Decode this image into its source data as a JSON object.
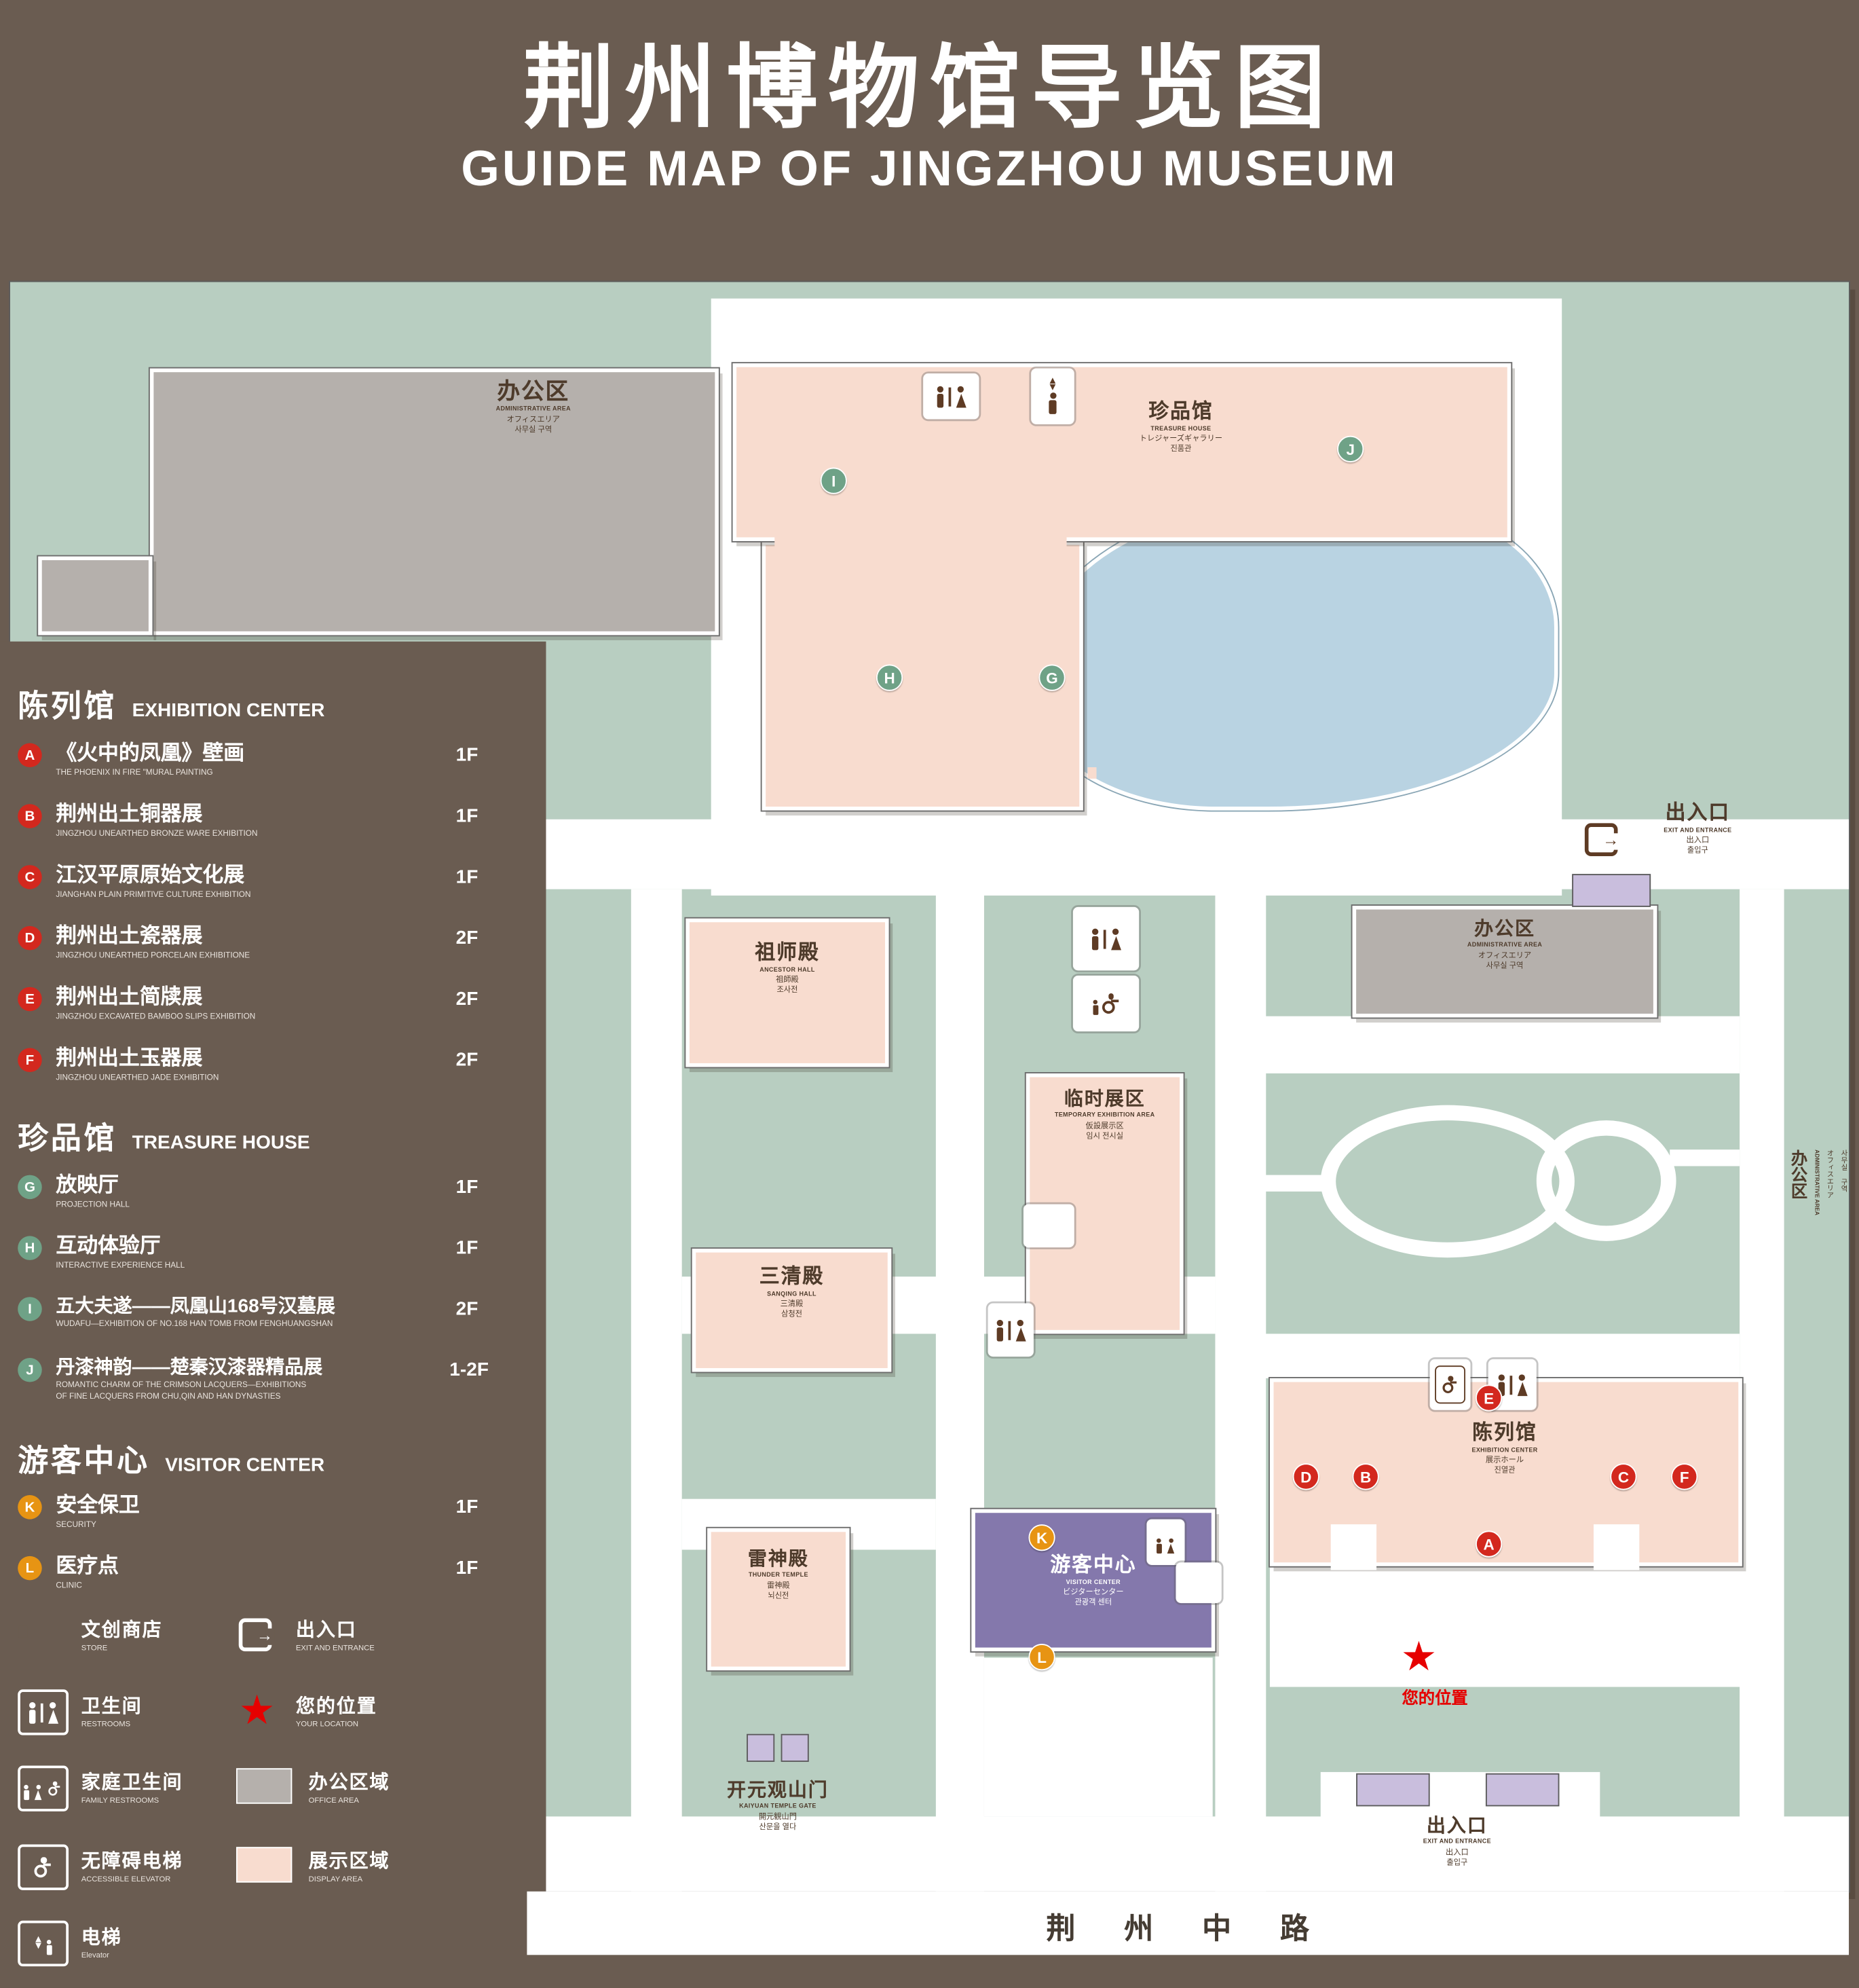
{
  "header": {
    "title": "荆州博物馆导览图",
    "subtitle": "GUIDE MAP OF JINGZHOU MUSEUM"
  },
  "colors": {
    "background_brown": "#6a5c51",
    "map_green": "#b8cec1",
    "display_area_pink": "#f8dccf",
    "office_area_gray": "#b5b0ac",
    "visitor_center_purple": "#8478ac",
    "lake_blue": "#b9d3e2",
    "exhibition_marker_red": "#d3281e",
    "treasure_marker_green": "#6fa287",
    "visitor_marker_orange": "#e79413",
    "your_location_red": "#e60000"
  },
  "legend": {
    "sections": [
      {
        "zh": "陈列馆",
        "en": "EXHIBITION CENTER",
        "items": [
          {
            "letter": "A",
            "zh": "《火中的凤凰》壁画",
            "en": "THE PHOENIX IN FIRE \"MURAL PAINTING",
            "floor": "1F"
          },
          {
            "letter": "B",
            "zh": "荆州出土铜器展",
            "en": "JINGZHOU UNEARTHED BRONZE WARE EXHIBITION",
            "floor": "1F"
          },
          {
            "letter": "C",
            "zh": "江汉平原原始文化展",
            "en": "JIANGHAN PLAIN PRIMITIVE CULTURE EXHIBITION",
            "floor": "1F"
          },
          {
            "letter": "D",
            "zh": "荆州出土瓷器展",
            "en": "JINGZHOU UNEARTHED PORCELAIN EXHIBITIONE",
            "floor": "2F"
          },
          {
            "letter": "E",
            "zh": "荆州出土简牍展",
            "en": "JINGZHOU EXCAVATED BAMBOO SLIPS EXHIBITION",
            "floor": "2F"
          },
          {
            "letter": "F",
            "zh": "荆州出土玉器展",
            "en": "JINGZHOU UNEARTHED JADE EXHIBITION",
            "floor": "2F"
          }
        ]
      },
      {
        "zh": "珍品馆",
        "en": "TREASURE HOUSE",
        "items": [
          {
            "letter": "G",
            "zh": "放映厅",
            "en": "PROJECTION HALL",
            "floor": "1F"
          },
          {
            "letter": "H",
            "zh": "互动体验厅",
            "en": "INTERACTIVE EXPERIENCE HALL",
            "floor": "1F"
          },
          {
            "letter": "I",
            "zh": "五大夫遂——凤凰山168号汉墓展",
            "en": "WUDAFU—EXHIBITION OF NO.168 HAN TOMB FROM FENGHUANGSHAN",
            "floor": "2F"
          },
          {
            "letter": "J",
            "zh": "丹漆神韵——楚秦汉漆器精品展",
            "en": "ROMANTIC CHARM OF THE CRIMSON LACQUERS—EXHIBITIONS\nOF FINE LACQUERS FROM CHU,QIN AND HAN DYNASTIES",
            "floor": "1-2F"
          }
        ]
      },
      {
        "zh": "游客中心",
        "en": "VISITOR CENTER",
        "items": [
          {
            "letter": "K",
            "zh": "安全保卫",
            "en": "SECURITY",
            "floor": "1F"
          },
          {
            "letter": "L",
            "zh": "医疗点",
            "en": "CLINIC",
            "floor": "1F"
          }
        ]
      }
    ],
    "symbols": {
      "store": {
        "zh": "文创商店",
        "en": "STORE"
      },
      "restrooms": {
        "zh": "卫生间",
        "en": "RESTROOMS"
      },
      "family_restrooms": {
        "zh": "家庭卫生间",
        "en": "FAMILY RESTROOMS"
      },
      "accessible_elevator": {
        "zh": "无障碍电梯",
        "en": "ACCESSIBLE ELEVATOR"
      },
      "elevator": {
        "zh": "电梯",
        "en": "Elevator"
      },
      "exit": {
        "zh": "出入口",
        "en": "EXIT AND ENTRANCE"
      },
      "your_location": {
        "zh": "您的位置",
        "en": "YOUR LOCATION"
      },
      "office_area": {
        "zh": "办公区域",
        "en": "OFFICE AREA"
      },
      "display_area": {
        "zh": "展示区域",
        "en": "DISPLAY AREA"
      }
    }
  },
  "map": {
    "buildings": {
      "admin": {
        "zh": "办公区",
        "en": "ADMINISTRATIVE AREA",
        "ja": "オフィスエリア",
        "ko": "사무실 구역"
      },
      "treasure": {
        "zh": "珍品馆",
        "en": "TREASURE HOUSE",
        "ja": "トレジャーズギャラリー",
        "ko": "진품관"
      },
      "ancestor": {
        "zh": "祖师殿",
        "en": "ANCESTOR HALL",
        "ja": "祖師殿",
        "ko": "조사전"
      },
      "temporary": {
        "zh": "临时展区",
        "en": "TEMPORARY EXHIBITION AREA",
        "ja": "仮設展示区",
        "ko": "임시 전시실"
      },
      "sanqing": {
        "zh": "三清殿",
        "en": "SANQING HALL",
        "ja": "三清殿",
        "ko": "삼청전"
      },
      "thunder": {
        "zh": "雷神殿",
        "en": "THUNDER TEMPLE",
        "ja": "雷神殿",
        "ko": "뇌신전"
      },
      "visitor": {
        "zh": "游客中心",
        "en": "VISITOR CENTER",
        "ja": "ビジターセンター",
        "ko": "관광객 센터"
      },
      "exhibition": {
        "zh": "陈列馆",
        "en": "EXHIBITION CENTER",
        "ja": "展示ホール",
        "ko": "진열관"
      },
      "gate": {
        "zh": "开元观山门",
        "en": "KAIYUAN TEMPLE GATE",
        "ja": "開元観山門",
        "ko": "산문을 열다"
      },
      "exit": {
        "zh": "出入口",
        "en": "EXIT AND ENTRANCE",
        "ja": "出入口",
        "ko": "출입구"
      }
    },
    "road": "荆 州 中 路",
    "your_location": "您的位置",
    "markers": {
      "A": "A",
      "B": "B",
      "C": "C",
      "D": "D",
      "E": "E",
      "F": "F",
      "G": "G",
      "H": "H",
      "I": "I",
      "J": "J",
      "K": "K",
      "L": "L"
    }
  }
}
